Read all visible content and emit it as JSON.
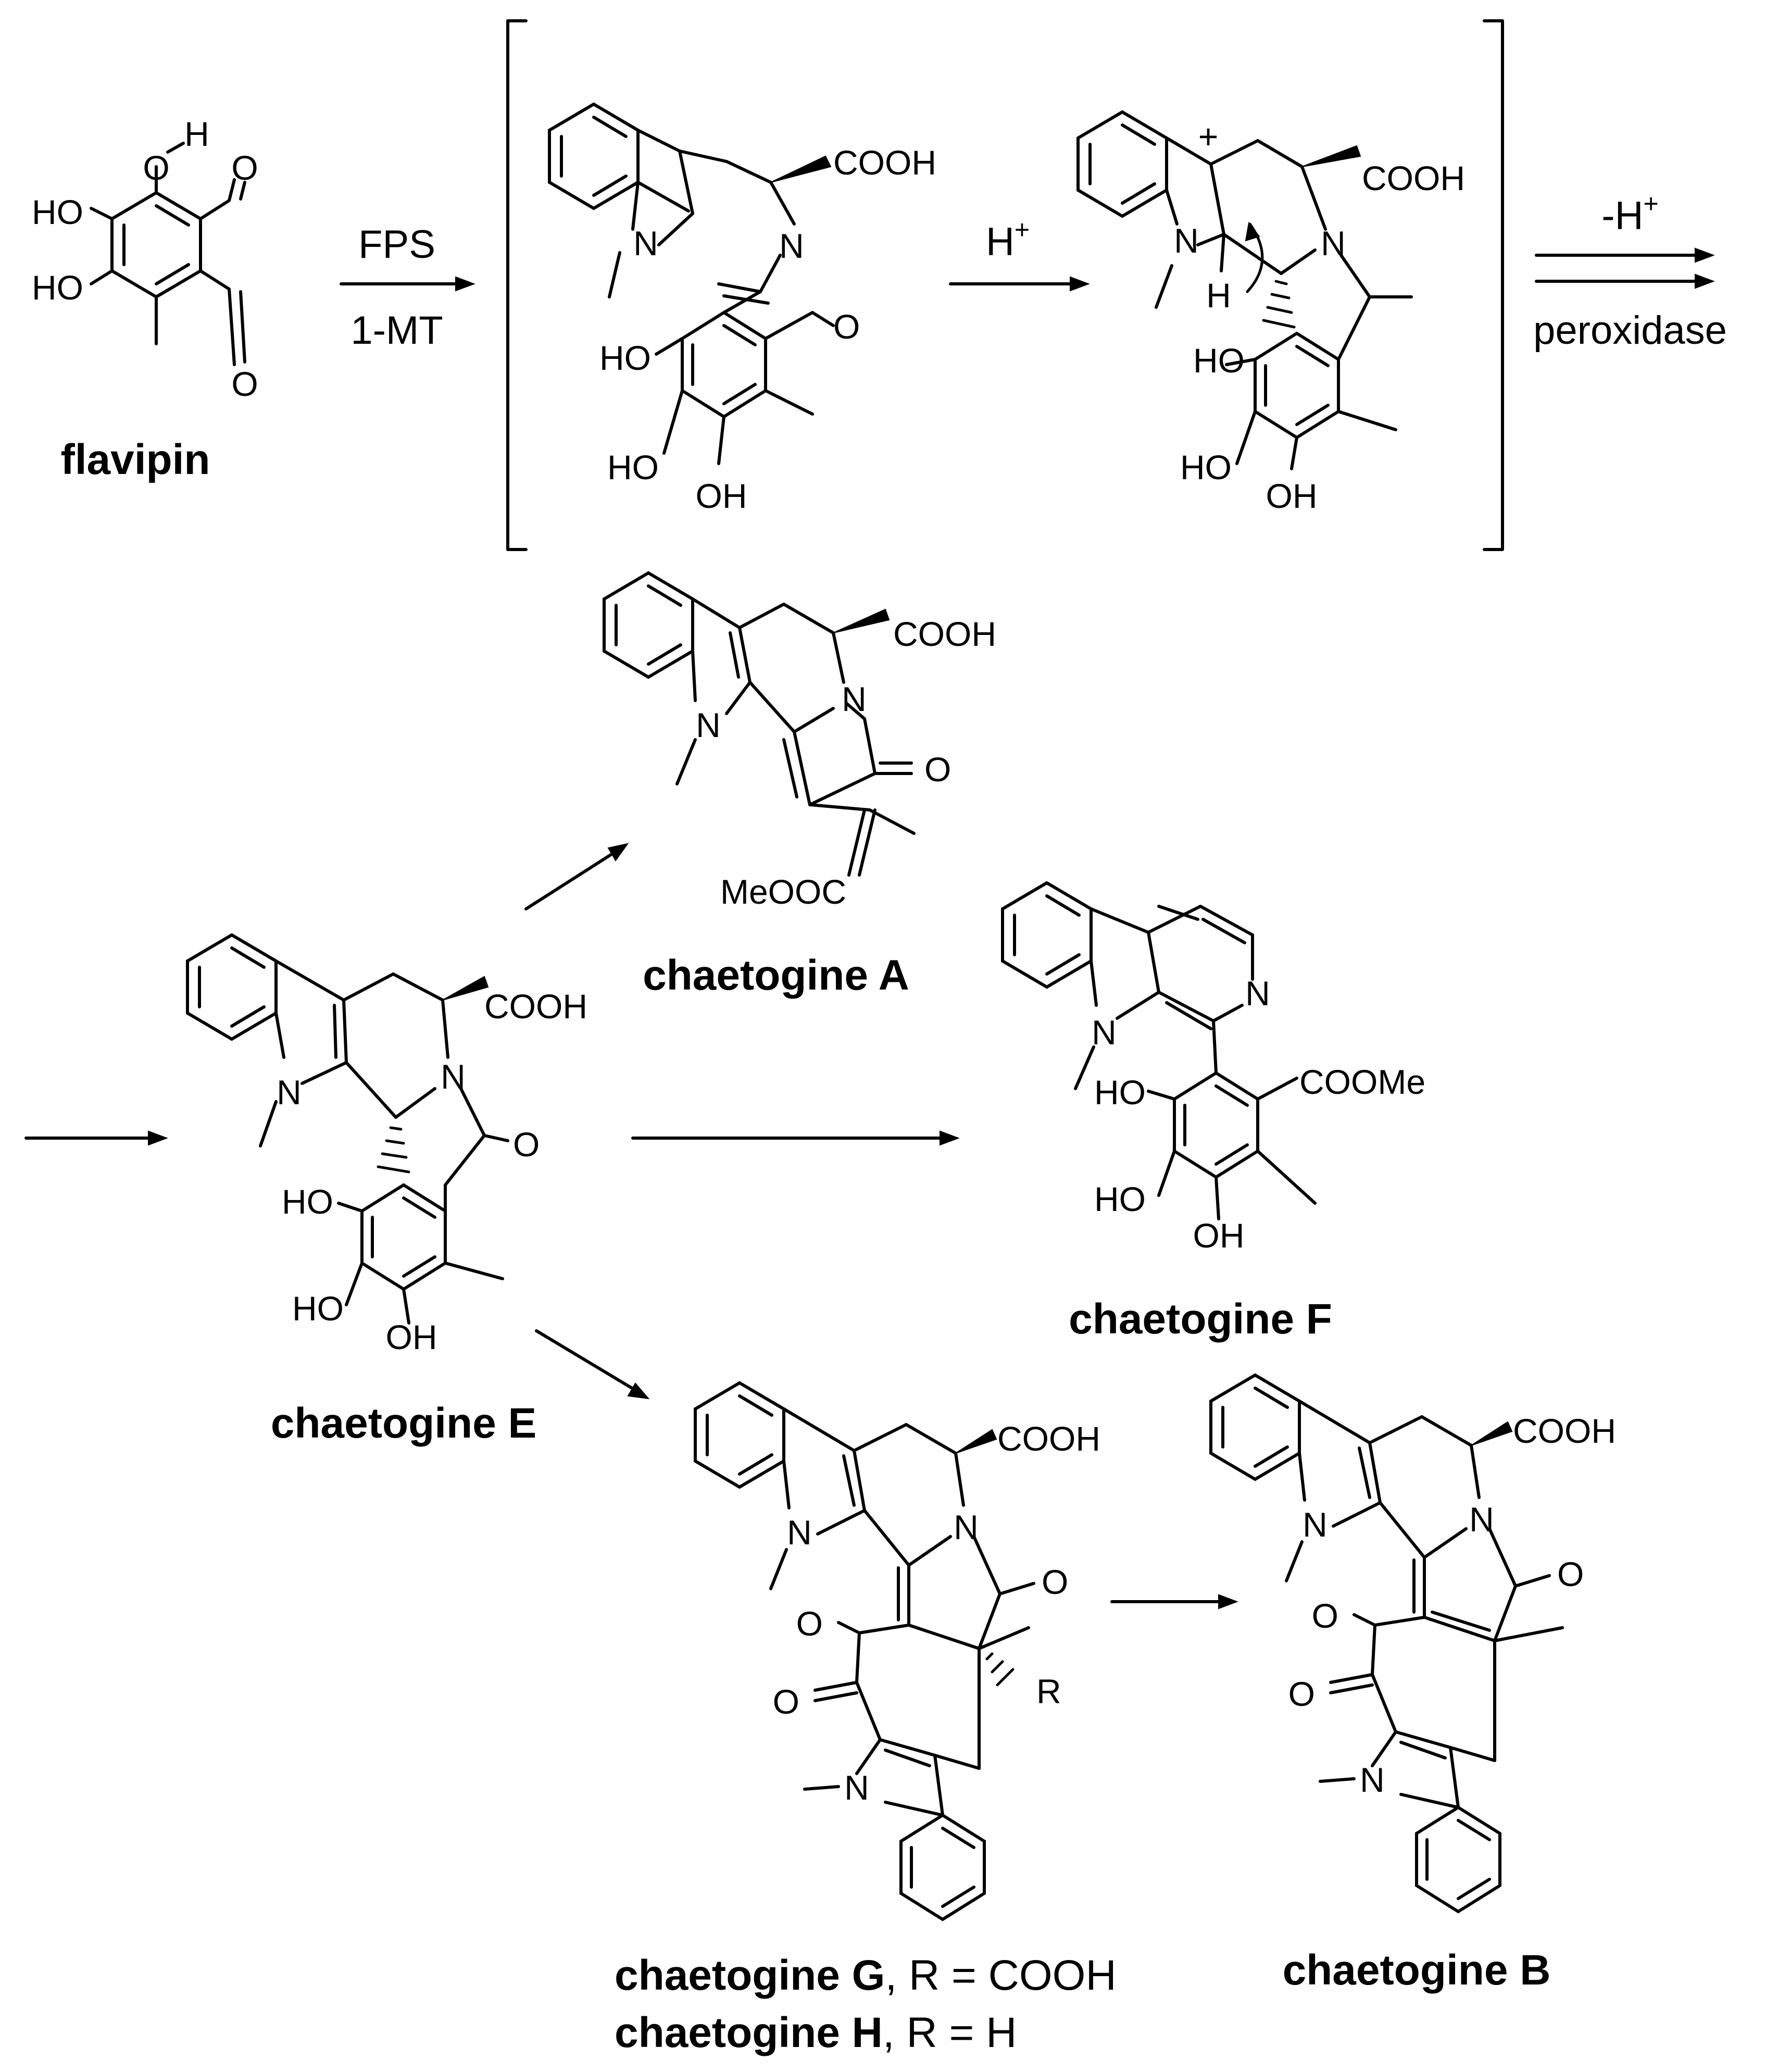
{
  "reagents": {
    "step1_top": "FPS",
    "step1_bottom": "1-MT",
    "step2_top": "H",
    "step2_top_sup": "+",
    "step3_top": "-H",
    "step3_top_sup": "+",
    "step3_bottom": "peroxidase"
  },
  "compounds": {
    "flavipin": "flavipin",
    "chaetogine_a": "chaetogine A",
    "chaetogine_e": "chaetogine E",
    "chaetogine_f": "chaetogine F",
    "chaetogine_g": "chaetogine G",
    "chaetogine_g_r": ", R = COOH",
    "chaetogine_h": "chaetogine H",
    "chaetogine_h_r": ", R = H",
    "chaetogine_b": "chaetogine B"
  },
  "atoms": {
    "H": "H",
    "O": "O",
    "HO": "HO",
    "OH": "OH",
    "N": "N",
    "COOH": "COOH",
    "COOMe": "COOMe",
    "MeOOC": "MeOOC",
    "R": "R",
    "plus": "+"
  }
}
